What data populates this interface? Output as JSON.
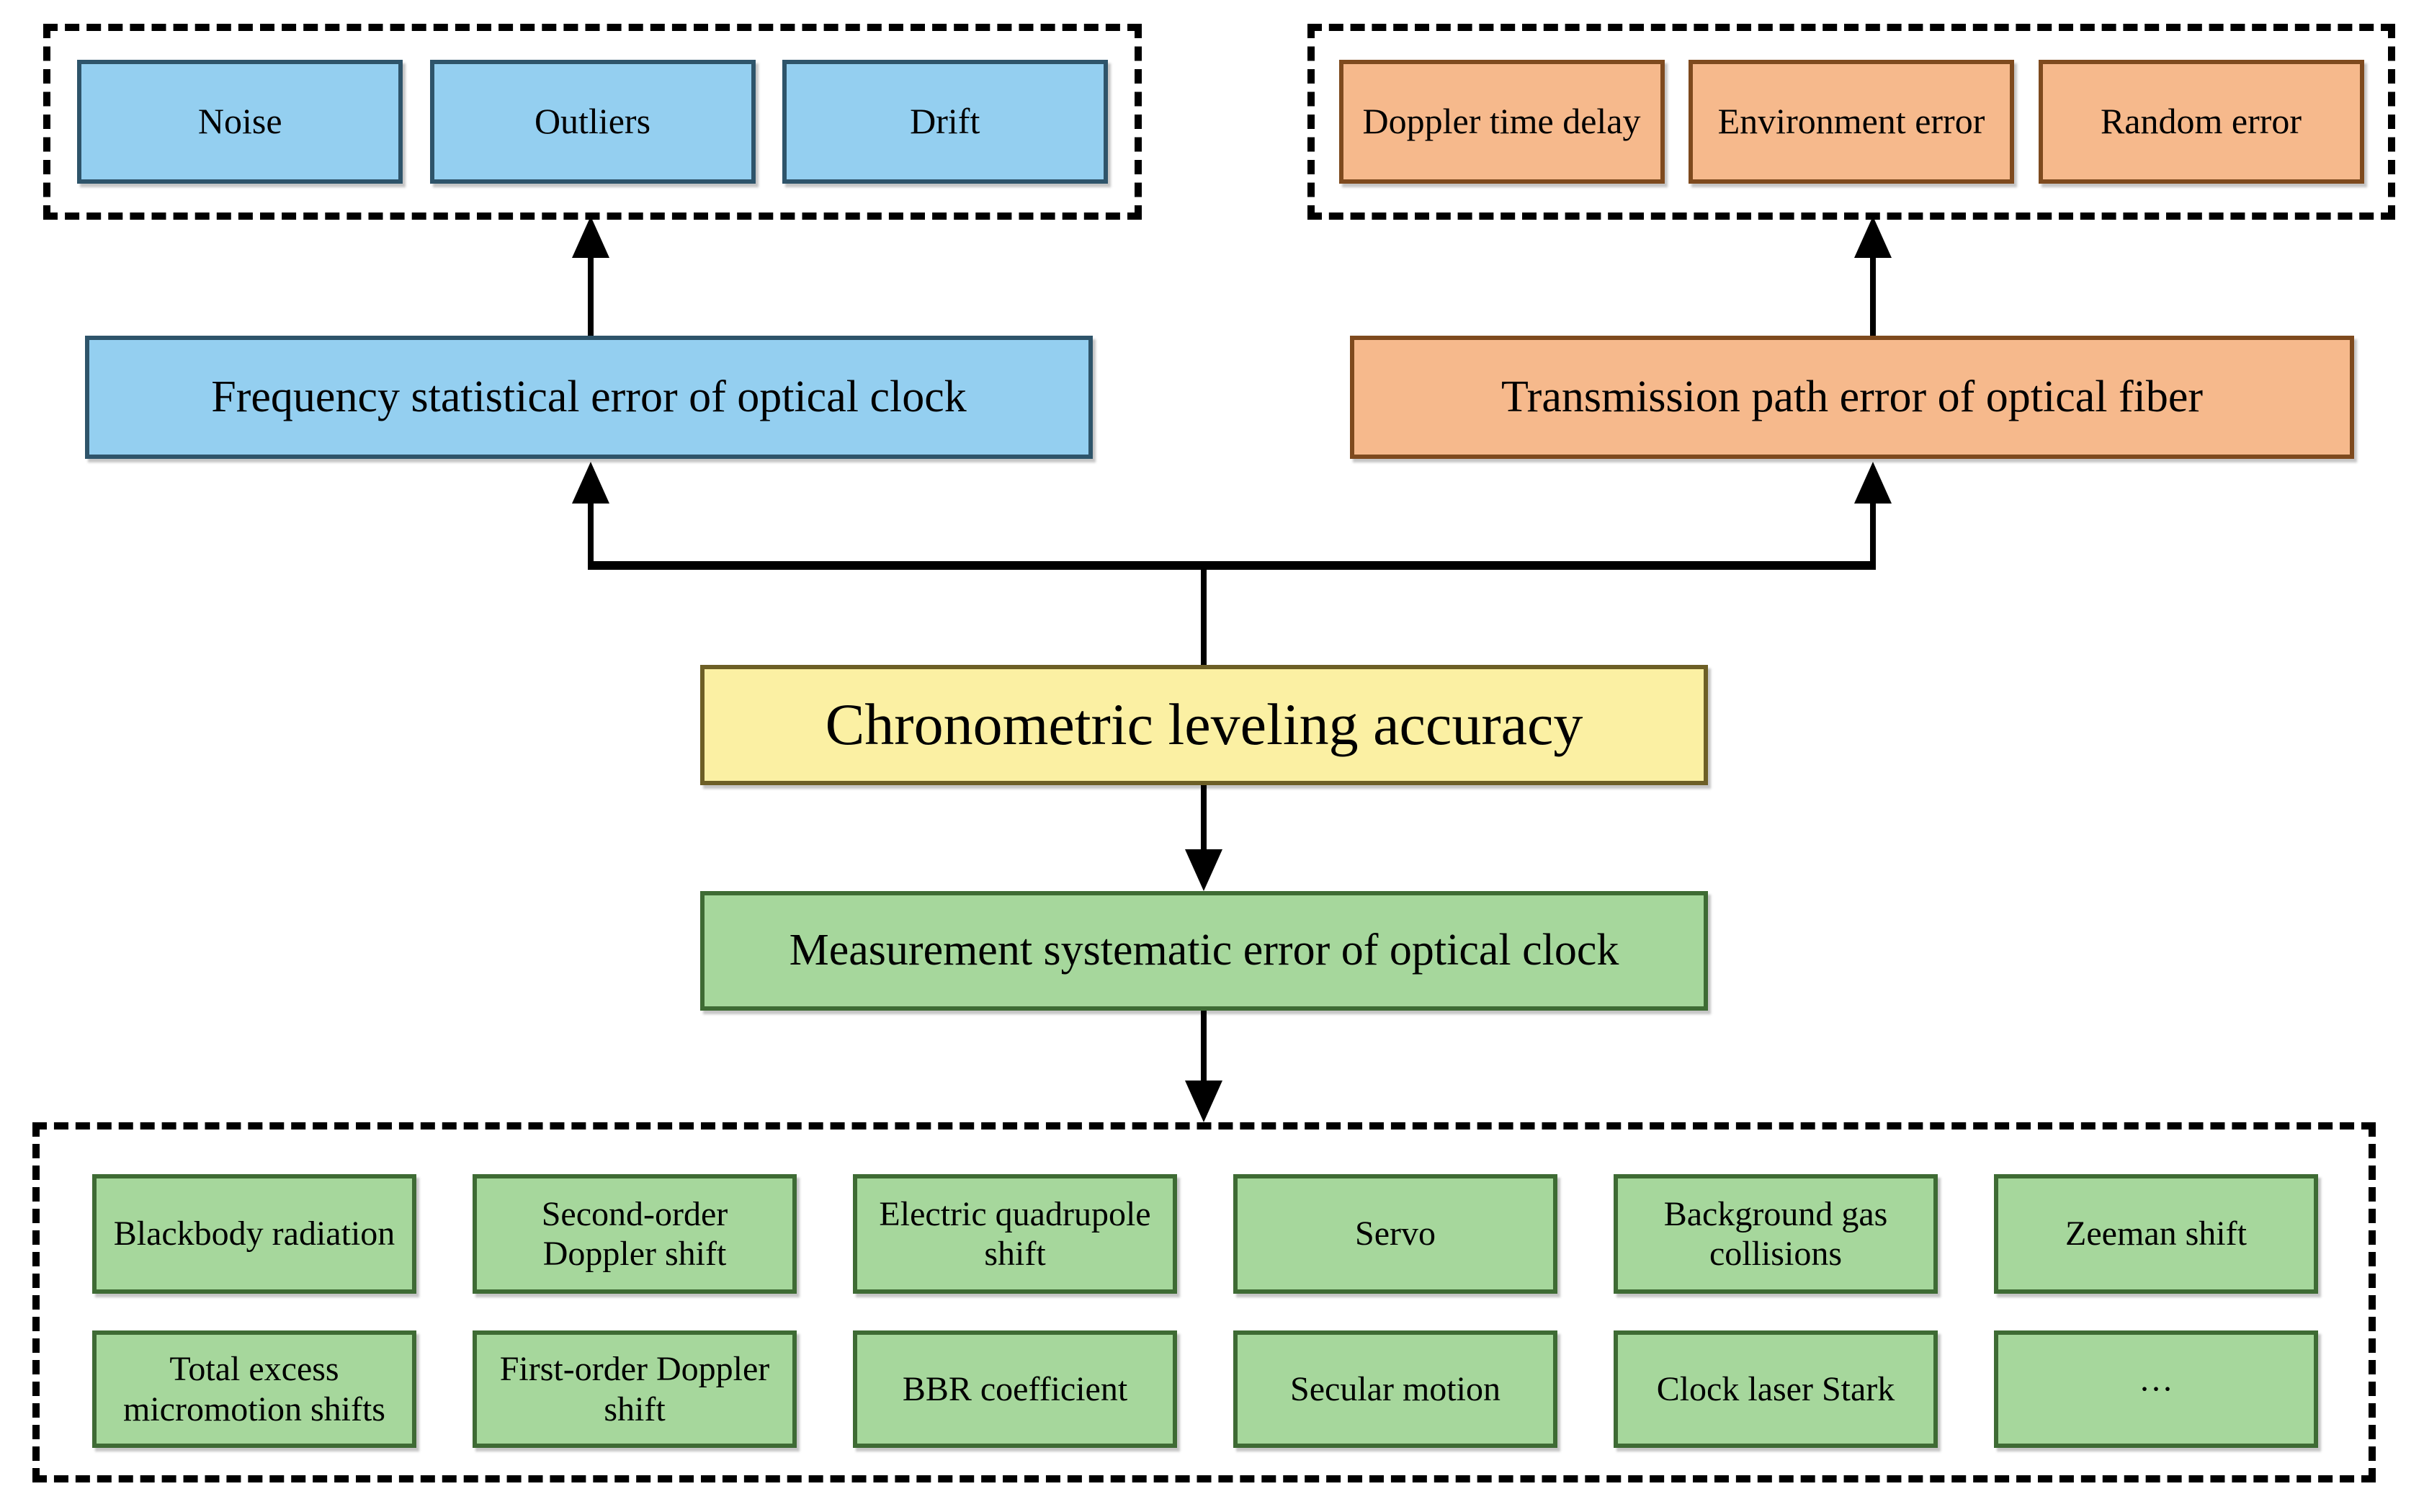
{
  "title": "Chronometric leveling accuracy error-source diagram",
  "colors": {
    "blue_fill": "#94CFF0",
    "blue_border": "#2E546A",
    "orange_fill": "#F6B98C",
    "orange_border": "#7E4A1E",
    "green_fill": "#A6D79C",
    "green_border": "#3E6B34",
    "yellow_fill": "#FBF0A3",
    "yellow_border": "#6D5F26",
    "line": "#000000"
  },
  "center_box": {
    "label": "Chronometric leveling accuracy"
  },
  "left_branch": {
    "summary_box": {
      "label": "Frequency statistical error of optical clock"
    },
    "group_items": [
      "Noise",
      "Outliers",
      "Drift"
    ]
  },
  "right_branch": {
    "summary_box": {
      "label": "Transmission path error of optical fiber"
    },
    "group_items": [
      "Doppler time delay",
      "Environment error",
      "Random error"
    ]
  },
  "bottom_branch": {
    "summary_box": {
      "label": "Measurement systematic error of optical clock"
    },
    "group_rows": {
      "row1": [
        "Blackbody radiation",
        "Second-order Doppler shift",
        "Electric quadrupole shift",
        "Servo",
        "Background gas collisions",
        "Zeeman shift"
      ],
      "row2": [
        "Total excess micromotion shifts",
        "First-order Doppler shift",
        "BBR coefficient",
        "Secular motion",
        "Clock laser Stark",
        "···"
      ]
    }
  }
}
